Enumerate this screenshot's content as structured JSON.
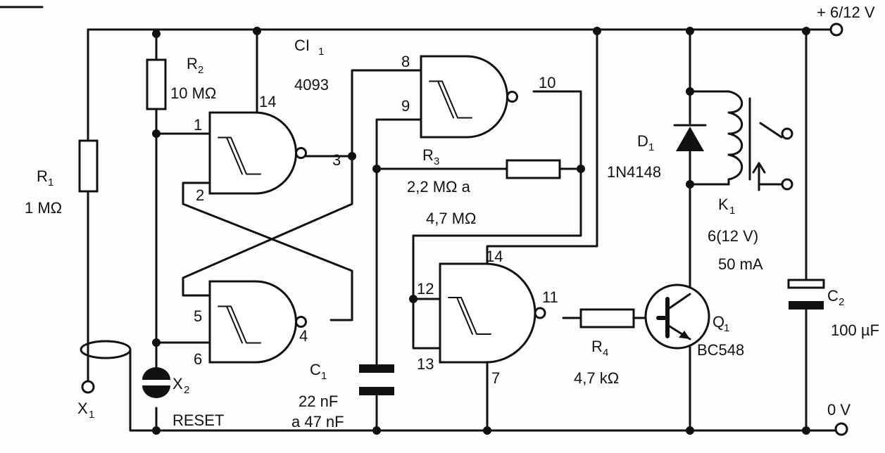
{
  "supply": {
    "positive": "+ 6/12 V",
    "ground": "0 V"
  },
  "ic": {
    "name": "CI",
    "sub": "1",
    "part": "4093"
  },
  "r1": {
    "name": "R",
    "sub": "1",
    "value": "1 MΩ"
  },
  "r2": {
    "name": "R",
    "sub": "2",
    "value": "10 MΩ"
  },
  "r3": {
    "name": "R",
    "sub": "3",
    "value_line1": "2,2 MΩ a",
    "value_line2": "4,7 MΩ"
  },
  "r4": {
    "name": "R",
    "sub": "4",
    "value": "4,7 kΩ"
  },
  "c1": {
    "name": "C",
    "sub": "1",
    "value_line1": "22 nF",
    "value_line2": "a 47 nF"
  },
  "c2": {
    "name": "C",
    "sub": "2",
    "value": "100 µF"
  },
  "d1": {
    "name": "D",
    "sub": "1",
    "part": "1N4148"
  },
  "k1": {
    "name": "K",
    "sub": "1",
    "value_line1": "6(12 V)",
    "value_line2": "50 mA"
  },
  "q1": {
    "name": "Q",
    "sub": "1",
    "part": "BC548"
  },
  "x1": {
    "name": "X",
    "sub": "1"
  },
  "x2": {
    "name": "X",
    "sub": "2",
    "label": "RESET"
  },
  "pins": {
    "p1": "1",
    "p2": "2",
    "p3": "3",
    "p4": "4",
    "p5": "5",
    "p6": "6",
    "p7": "7",
    "p8": "8",
    "p9": "9",
    "p10": "10",
    "p11": "11",
    "p12": "12",
    "p13": "13",
    "p14a": "14",
    "p14b": "14"
  }
}
